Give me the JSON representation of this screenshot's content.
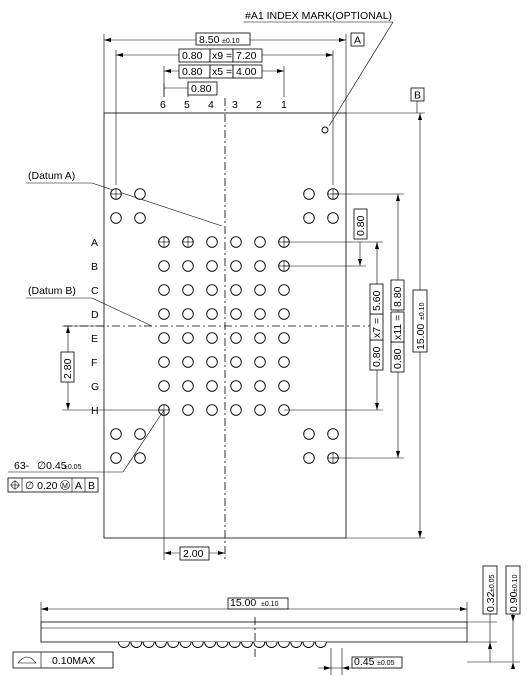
{
  "index_mark": "#A1 INDEX MARK(OPTIONAL)",
  "datum_a_tag": "A",
  "datum_b_tag": "B",
  "width_dim": {
    "value": "8.50",
    "tol": "±0.10"
  },
  "pitch_x9": {
    "pitch": "0.80",
    "mult": "x9 =",
    "total": "7.20"
  },
  "pitch_x5": {
    "pitch": "0.80",
    "mult": "x5 =",
    "total": "4.00"
  },
  "pitch_single": "0.80",
  "column_numbers": [
    "6",
    "5",
    "4",
    "3",
    "2",
    "1"
  ],
  "row_letters": [
    "A",
    "B",
    "C",
    "D",
    "E",
    "F",
    "G",
    "H"
  ],
  "datum_a_label": "(Datum A)",
  "datum_b_label": "(Datum B)",
  "pitch_right": "0.80",
  "pitch_x7": {
    "pitch": "0.80",
    "mult": "x7 =",
    "total": "5.60"
  },
  "pitch_x11": {
    "pitch": "0.80",
    "mult": "x11 =",
    "total": "8.80"
  },
  "height_dim": {
    "value": "15.00",
    "tol": "±0.10"
  },
  "offset_left": "2.80",
  "offset_bottom": "2.00",
  "ball_count": {
    "count": "63-",
    "diameter": "∅0.45",
    "tol": "±0.05"
  },
  "position_tolerance": {
    "symbol": "⌖",
    "value": "∅ 0.20",
    "modifier": "M",
    "ref_a": "A",
    "ref_b": "B"
  },
  "side_length": {
    "value": "15.00",
    "tol": "±0.10"
  },
  "side_thickness": {
    "value": "0.32",
    "tol": "±0.05"
  },
  "side_height": {
    "value": "0.90",
    "tol": "±0.10"
  },
  "ball_diameter_side": {
    "value": "0.45",
    "tol": "±0.05"
  },
  "flatness": {
    "symbol": "⌓",
    "value": "0.10MAX"
  }
}
